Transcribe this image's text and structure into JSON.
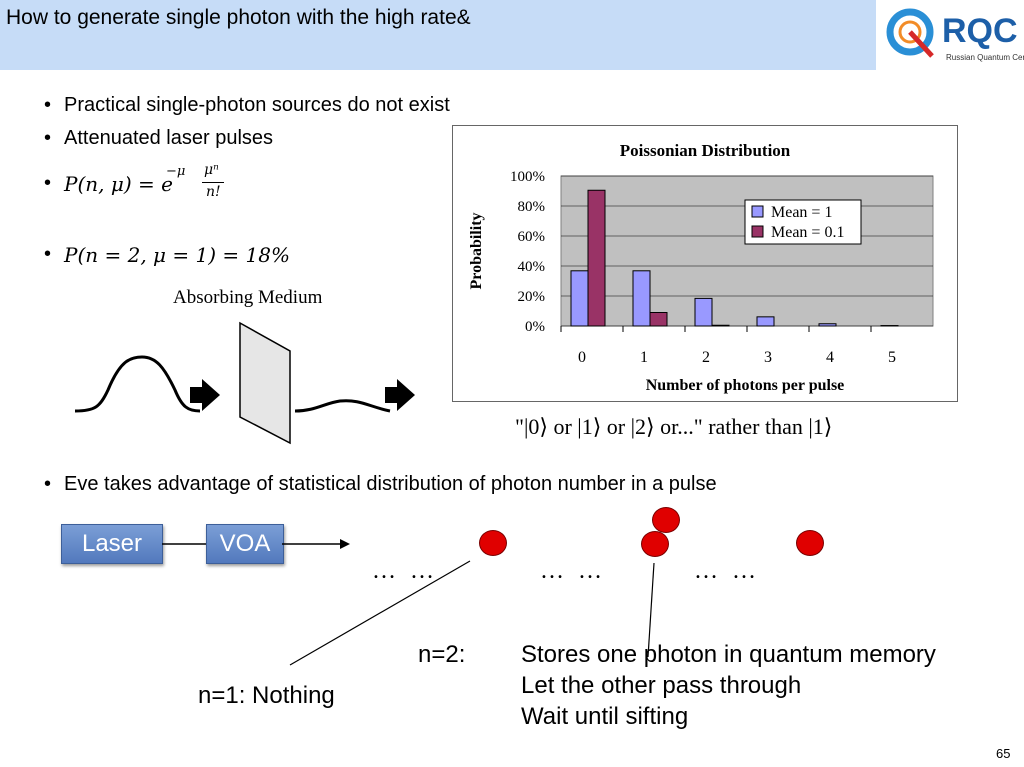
{
  "slide": {
    "title": "How to generate single photon with the high rate&",
    "page_number": "65"
  },
  "logo": {
    "text": "RQC",
    "subtext": "Russian Quantum Center"
  },
  "bullets": [
    "Practical single-photon sources do not exist",
    "Attenuated laser pulses",
    "P(n, μ) = e",
    "P(n = 2, μ = 1) = 18%",
    "Eve takes advantage of statistical distribution of photon number in a pulse"
  ],
  "formula": {
    "exponent": "−μ",
    "numerator": "μⁿ",
    "denominator": "n!"
  },
  "bullet_symbol": "•",
  "absorbing_label": "Absorbing Medium",
  "ket_caption": "\"|0⟩ or |1⟩ or |2⟩ or...\"  rather than |1⟩",
  "chart_data": {
    "type": "bar",
    "title": "Poissonian Distribution",
    "xlabel": "Number of photons per pulse",
    "ylabel": "Probability",
    "categories": [
      "0",
      "1",
      "2",
      "3",
      "4",
      "5"
    ],
    "y_ticks": [
      "0%",
      "20%",
      "40%",
      "60%",
      "80%",
      "100%"
    ],
    "ylim": [
      0,
      100
    ],
    "grid": true,
    "legend_position": "top-right",
    "series": [
      {
        "name": "Mean = 1",
        "color": "#9999ff",
        "values": [
          36.8,
          36.8,
          18.4,
          6.1,
          1.5,
          0.3
        ]
      },
      {
        "name": "Mean = 0.1",
        "color": "#993366",
        "values": [
          90.5,
          9.0,
          0.5,
          0.0,
          0.0,
          0.0
        ]
      }
    ]
  },
  "diagram": {
    "laser_label": "Laser",
    "voa_label": "VOA",
    "ellipsis": "… …",
    "n2_label": "n=2:",
    "n2_lines": [
      "Stores one photon in quantum memory",
      "Let the other pass through",
      "Wait until sifting"
    ],
    "n1_label": "n=1: Nothing"
  },
  "colors": {
    "title_bg": "#c6dcf7",
    "button": "#5b82c5",
    "photon": "#e00000",
    "chart_bg": "#c0c0c0"
  }
}
